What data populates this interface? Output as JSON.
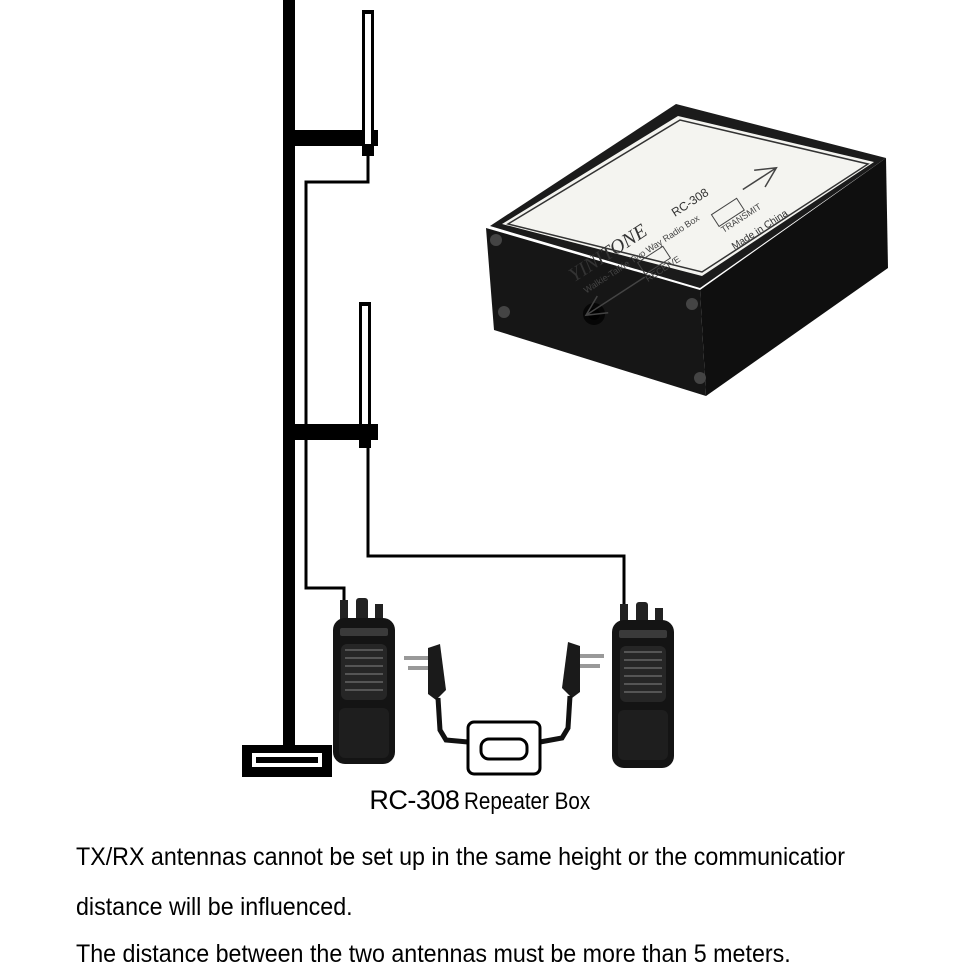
{
  "box": {
    "brand": "YINITONE",
    "model": "RC-308",
    "subtitle": "Walkie-Talkie Two Way Radio Box",
    "receive": "RECEIVE",
    "transmit": "TRANSMIT",
    "origin": "Made in China"
  },
  "caption": {
    "model": "RC-308",
    "label": "Repeater Box"
  },
  "notes": [
    "TX/RX antennas cannot be set up in the same height or the communicatior",
    "distance will be influenced.",
    "The distance between the two antennas must be more than 5 meters."
  ]
}
